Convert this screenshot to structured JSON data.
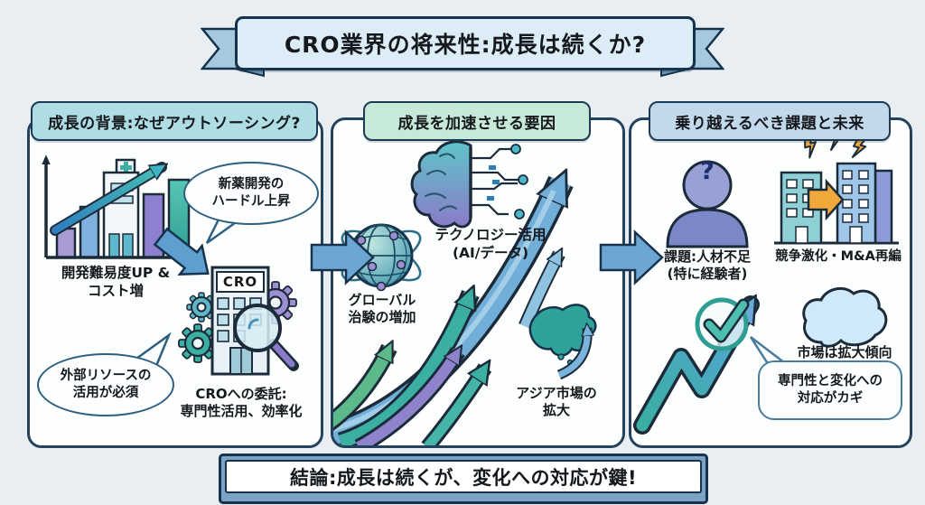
{
  "banner": {
    "title": "CRO業界の将来性:成長は続くか?"
  },
  "sections": {
    "background": {
      "header": "成長の背景:なぜアウトソーシング?",
      "chart_caption": "開発難易度UP &\nコスト増",
      "bubble_hurdle": "新薬開発の\nハードル上昇",
      "cro_sign": "CRO",
      "cro_caption": "CROへの委託:\n専門性活用、効率化",
      "bubble_resource": "外部リソースの\n活用が必須"
    },
    "drivers": {
      "header": "成長を加速させる要因",
      "tech_caption": "テクノロジー活用\n(AI/データ)",
      "global_caption": "グローバル\n治験の増加",
      "asia_caption": "アジア市場の\n拡大"
    },
    "challenges": {
      "header": "乗り越えるべき課題と未来",
      "talent_caption": "課題:人材不足\n(特に経験者)",
      "question_mark": "?",
      "competition_caption": "競争激化・M&A再編",
      "market_caption": "市場は拡大傾向",
      "bubble_key": "専門性と変化への\n対応がカギ"
    }
  },
  "conclusion": {
    "text": "結論:成長は続くが、変化への対応が鍵!"
  },
  "palette": {
    "page_bg": "#e9eef2",
    "panel_border": "#24415d",
    "ribbon_light": "#dcedf8",
    "ribbon_dark": "#a6c9de",
    "header_teal": "#aedde4",
    "header_green": "#c6e9d8",
    "header_blue": "#c2d9ec",
    "arrow_blue": "#6ea6d3",
    "teal": "#3aafa2",
    "green": "#5cb98a",
    "purple": "#8f84cc",
    "orange": "#f2a93b"
  }
}
